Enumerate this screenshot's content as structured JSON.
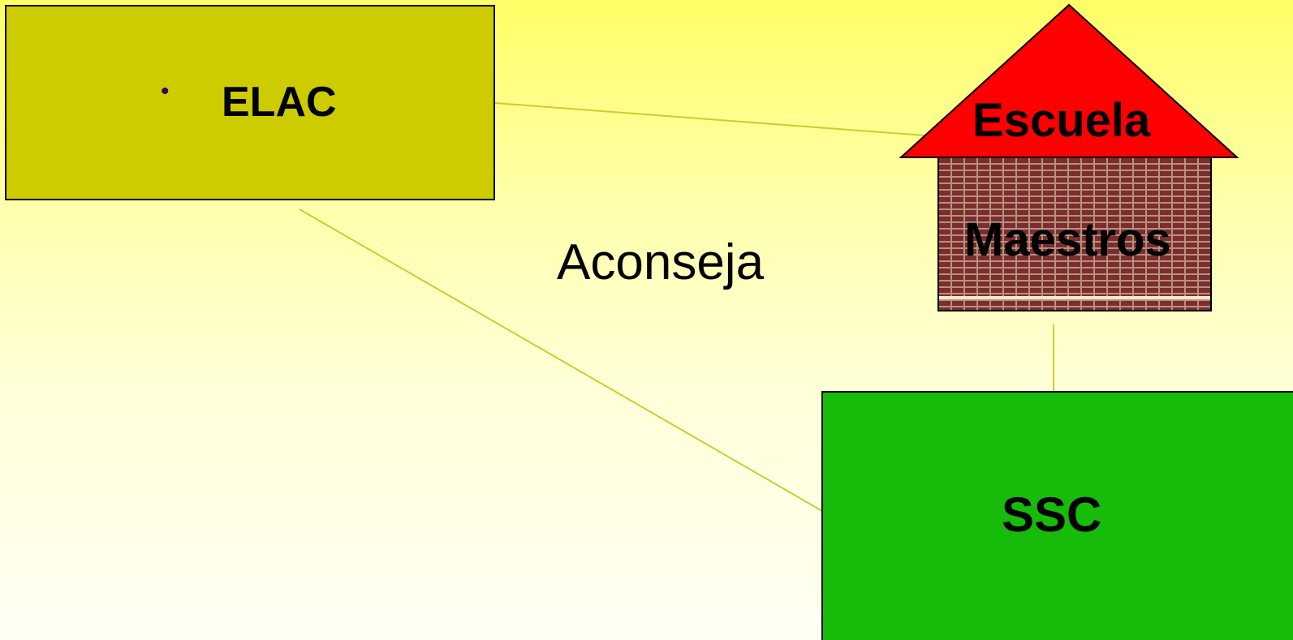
{
  "diagram": {
    "elac_box": {
      "label": "ELAC",
      "bullet": "•",
      "color": "#cccc00"
    },
    "edge_label": "Aconseja",
    "school": {
      "roof_label": "Escuela",
      "roof_color": "#ff0000",
      "wall_label": "Maestros",
      "wall_color": "#7a2e2e"
    },
    "ssc_box": {
      "label": "SSC",
      "color": "#17bb0a"
    },
    "connector_color": "#cccc33"
  }
}
